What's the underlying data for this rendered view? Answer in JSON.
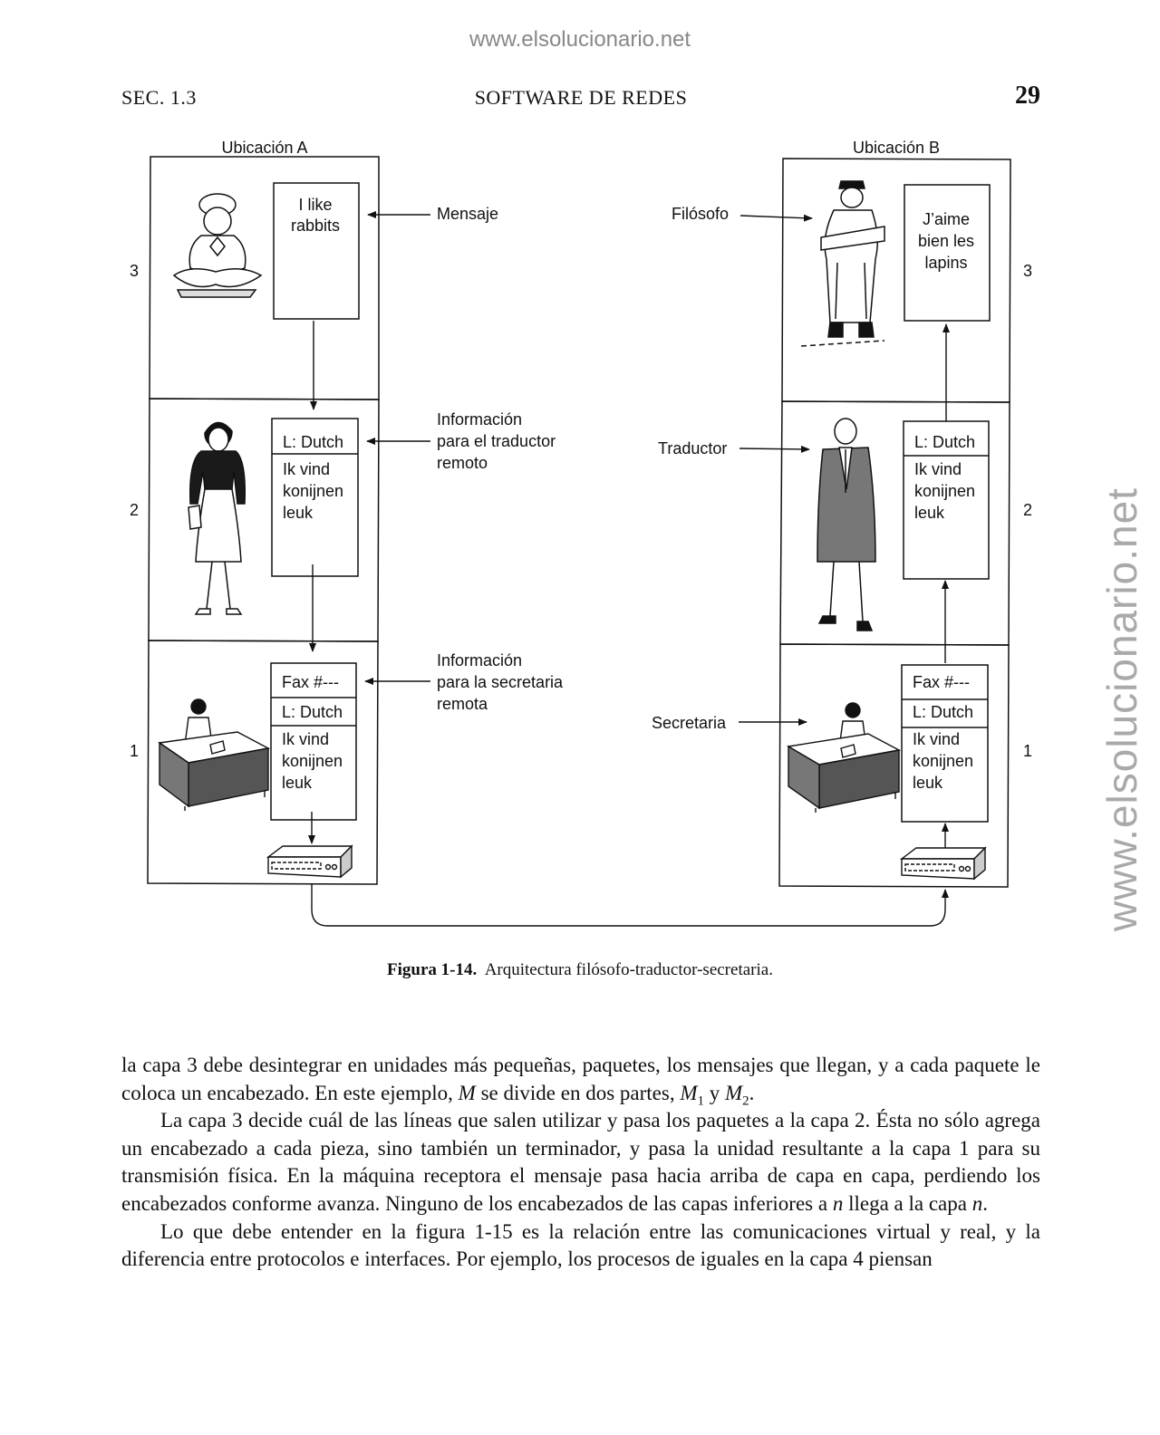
{
  "watermark": {
    "top": "www.elsolucionario.net",
    "side": "www.elsolucionario.net"
  },
  "header": {
    "section": "SEC. 1.3",
    "title": "SOFTWARE DE REDES",
    "page": "29"
  },
  "figure": {
    "location_a": "Ubicación A",
    "location_b": "Ubicación B",
    "layers": [
      "3",
      "2",
      "1"
    ],
    "labels": {
      "mensaje": "Mensaje",
      "info_traductor": [
        "Información",
        "para el traductor",
        "remoto"
      ],
      "info_secretaria": [
        "Información",
        "para la secretaria",
        "remota"
      ],
      "filosofo": "Filósofo",
      "traductor": "Traductor",
      "secretaria": "Secretaria"
    },
    "a3_message": [
      "I like",
      "rabbits"
    ],
    "b3_message": [
      "J’aime",
      "bien les",
      "lapins"
    ],
    "l2_header": "L: Dutch",
    "l2_body": [
      "Ik vind",
      "konijnen",
      "leuk"
    ],
    "l1_fax": "Fax #---",
    "l1_lang": "L: Dutch",
    "l1_body": [
      "Ik vind",
      "konijnen",
      "leuk"
    ]
  },
  "caption": {
    "label": "Figura 1-14.",
    "text": "Arquitectura filósofo-traductor-secretaria."
  },
  "body": {
    "p1_a": "la capa 3 debe desintegrar en unidades más pequeñas, paquetes, los mensajes que llegan, y a cada paquete le coloca un encabezado. En este ejemplo, ",
    "p1_M": "M",
    "p1_b": " se divide en dos partes, ",
    "p1_M1": "M",
    "p1_sub1": "1",
    "p1_y": " y ",
    "p1_M2": "M",
    "p1_sub2": "2",
    "p1_end": ".",
    "p2_a": "La capa 3 decide cuál de las líneas que salen utilizar y pasa los paquetes a la capa 2. Ésta no sólo agrega un encabezado a cada pieza, sino también un terminador, y pasa la unidad resultante a la capa 1 para su transmisión física. En la máquina receptora el mensaje pasa hacia arriba de capa en capa, perdiendo los encabezados conforme avanza. Ninguno de los encabezados de las capas inferiores a ",
    "p2_n1": "n",
    "p2_b": " llega a la capa ",
    "p2_n2": "n",
    "p2_end": ".",
    "p3": "Lo que debe entender en la figura 1-15 es la relación entre las comunicaciones virtual y real, y la diferencia entre protocolos e interfaces. Por ejemplo, los procesos de iguales en la capa 4 piensan"
  }
}
